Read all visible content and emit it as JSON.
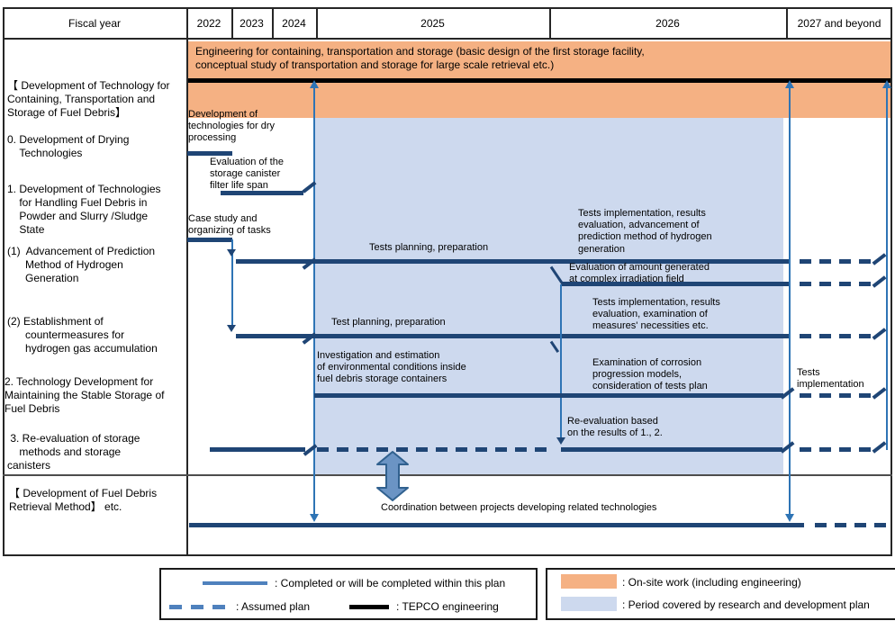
{
  "header": {
    "fiscal_year": "Fiscal year",
    "years": [
      "2022",
      "2023",
      "2024",
      "2025",
      "2026",
      "2027 and beyond"
    ]
  },
  "left_panel": {
    "title_block": "【 Development of Technology for\nContaining, Transportation and\nStorage of Fuel Debris】",
    "item0": "0. Development of Drying\n    Technologies",
    "item1": "1. Development of Technologies\n    for Handling Fuel Debris in\n    Powder and Slurry /Sludge\n    State",
    "item1_1": "(1)  Advancement of Prediction\n      Method of Hydrogen\n      Generation",
    "item1_2": "(2) Establishment of\n      countermeasures for\n      hydrogen gas accumulation",
    "item2": "2. Technology Development for\nMaintaining the Stable Storage of\nFuel Debris",
    "item3": " 3. Re-evaluation of storage\n    methods and storage\ncanisters",
    "bottom_block": "【 Development of Fuel Debris\nRetrieval Method】 etc."
  },
  "chart": {
    "onsite_band": "Engineering for containing, transportation and storage (basic design of the first storage facility,\nconceptual study of transportation and storage for large scale retrieval etc.)",
    "annotations": {
      "dry_processing": "Development of\ntechnologies for dry\nprocessing",
      "filter_life": "Evaluation of the\nstorage canister\nfilter life span",
      "case_study": "Case study and\norganizing of tasks",
      "tests_planning": "Tests planning, preparation",
      "tests_impl_hydrogen": "Tests implementation, results\nevaluation, advancement of\nprediction method of hydrogen\ngeneration",
      "eval_amount": "Evaluation of amount generated\nat complex irradiation field",
      "test_planning": "Test planning, preparation",
      "tests_impl_measures": "Tests implementation, results\nevaluation, examination of\nmeasures' necessities etc.",
      "investigation": "Investigation and estimation\nof environmental conditions inside\nfuel debris storage containers",
      "corrosion": "Examination of corrosion\nprogression models,\nconsideration of tests plan",
      "tests_implementation": "Tests\nimplementation",
      "reevaluation": "Re-evaluation based\non the results of 1., 2.",
      "coordination": "Coordination between projects developing related technologies"
    }
  },
  "legend": {
    "completed": ": Completed or will be completed within this plan",
    "assumed": ": Assumed plan",
    "tepco": ": TEPCO engineering",
    "onsite": ": On-site work (including engineering)",
    "period": ": Period covered by research and development plan"
  },
  "colors": {
    "onsite_band": "#F5B183",
    "rd_period": "#CDD9EE",
    "bar_navy": "#1F4575",
    "legend_blue": "#4F81BD",
    "arrow_blue": "#2E74B5",
    "tepco_line": "#000000"
  }
}
